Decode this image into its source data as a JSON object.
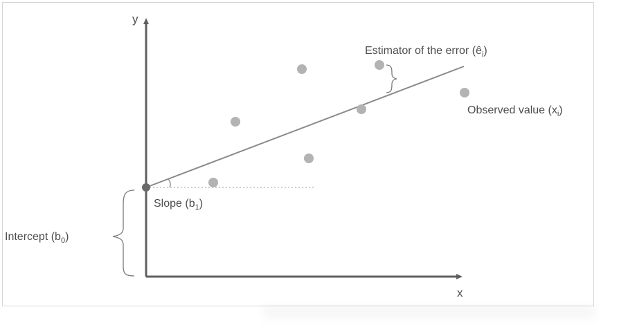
{
  "axes": {
    "x_label": "x",
    "y_label": "y"
  },
  "labels": {
    "estimator_error": "Estimator of the error (ê",
    "estimator_error_sub": "i",
    "estimator_error_close": ")",
    "observed_value": "Observed value (x",
    "observed_value_sub": "i",
    "observed_value_close": ")",
    "slope": "Slope (b",
    "slope_sub": "1",
    "slope_close": ")",
    "intercept": "Intercept (b",
    "intercept_sub": "0",
    "intercept_close": ")"
  },
  "colors": {
    "axis": "#5f5f5f",
    "line": "#8a8a8a",
    "points": "#b3b3b3",
    "text": "#4d4d4d",
    "guide": "#bdbdbd"
  }
}
